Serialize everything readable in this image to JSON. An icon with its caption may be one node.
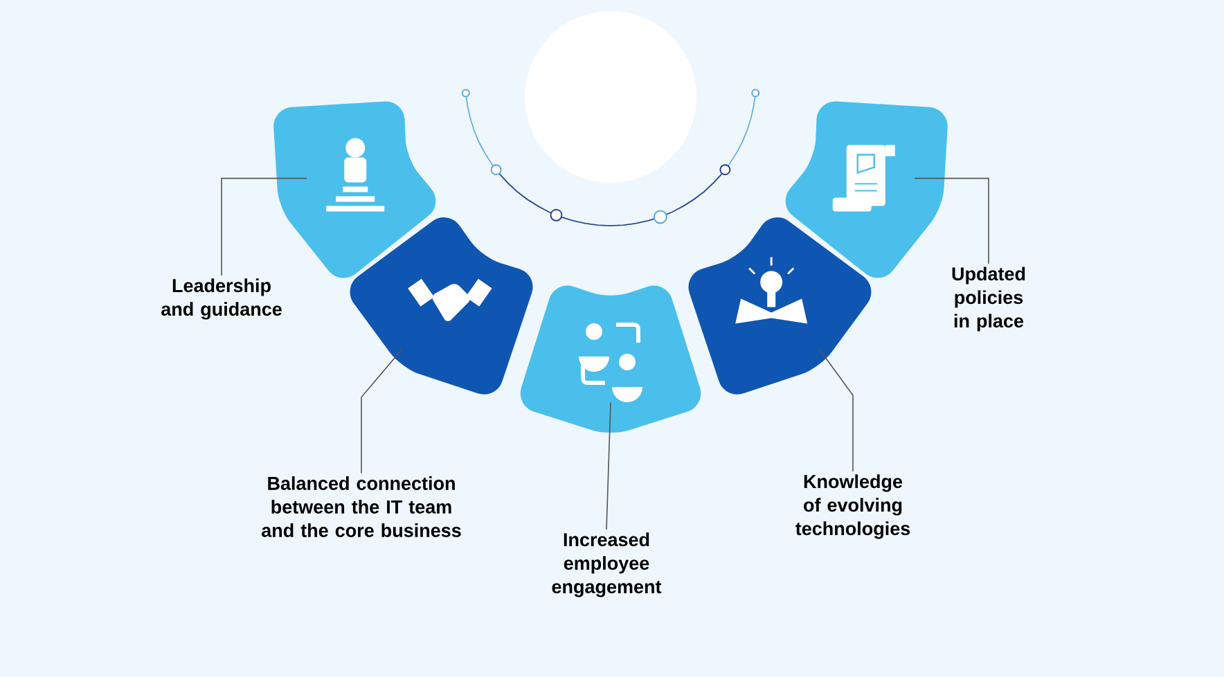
{
  "diagram": {
    "nodes": [
      {
        "text": [],
        "shape": "box"
      },
      {
        "text": [],
        "shape": "box"
      },
      {
        "text": [],
        "shape": "box"
      },
      {
        "text": [],
        "shape": "box"
      },
      {
        "text": [],
        "shape": "box"
      },
      {
        "text": [
          "Leadership and guidance"
        ]
      },
      {
        "text": [
          "Balanced connection between the IT team and the core business"
        ]
      },
      {
        "text": [
          "Increased employee engagement"
        ]
      },
      {
        "text": [
          "Knowledge of evolving technologies"
        ]
      },
      {
        "text": [
          "Updated policies in place"
        ]
      }
    ],
    "edges": [
      {
        "from": 5,
        "to": 0,
        "arrow": "none"
      },
      {
        "from": 6,
        "to": 1,
        "arrow": "none"
      },
      {
        "from": 7,
        "to": 2,
        "arrow": "none"
      },
      {
        "from": 8,
        "to": 3,
        "arrow": "none"
      },
      {
        "from": 9,
        "to": 4,
        "arrow": "none"
      }
    ]
  }
}
